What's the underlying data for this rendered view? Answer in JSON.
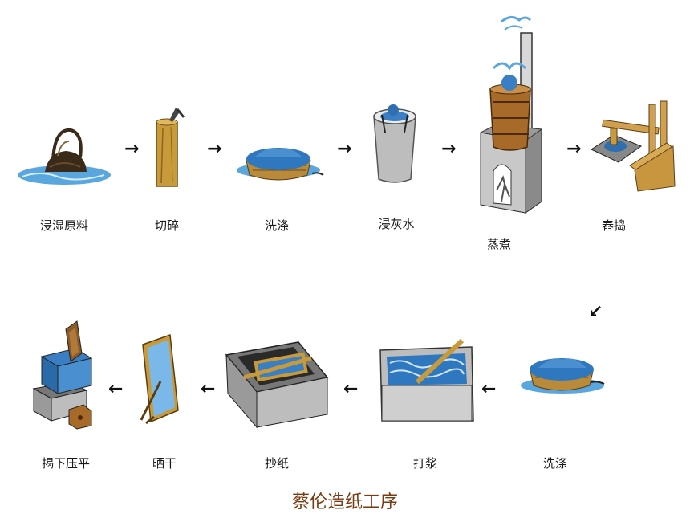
{
  "steps_row1": [
    {
      "label": "浸湿原料",
      "icon": "soaking-basket-icon"
    },
    {
      "label": "切碎",
      "icon": "chopping-block-icon"
    },
    {
      "label": "洗涤",
      "icon": "washing-basket-icon"
    },
    {
      "label": "浸灰水",
      "icon": "lime-water-bucket-icon"
    },
    {
      "label": "蒸煮",
      "icon": "steaming-stove-icon"
    },
    {
      "label": "舂捣",
      "icon": "pounding-mortar-icon"
    }
  ],
  "steps_row2": [
    {
      "label": "洗涤",
      "icon": "washing-basket-icon"
    },
    {
      "label": "打浆",
      "icon": "pulp-vat-icon"
    },
    {
      "label": "抄纸",
      "icon": "paper-mould-vat-icon"
    },
    {
      "label": "晒干",
      "icon": "drying-frame-icon"
    },
    {
      "label": "揭下压平",
      "icon": "press-stack-icon"
    }
  ],
  "caption": "蔡伦造纸工序"
}
